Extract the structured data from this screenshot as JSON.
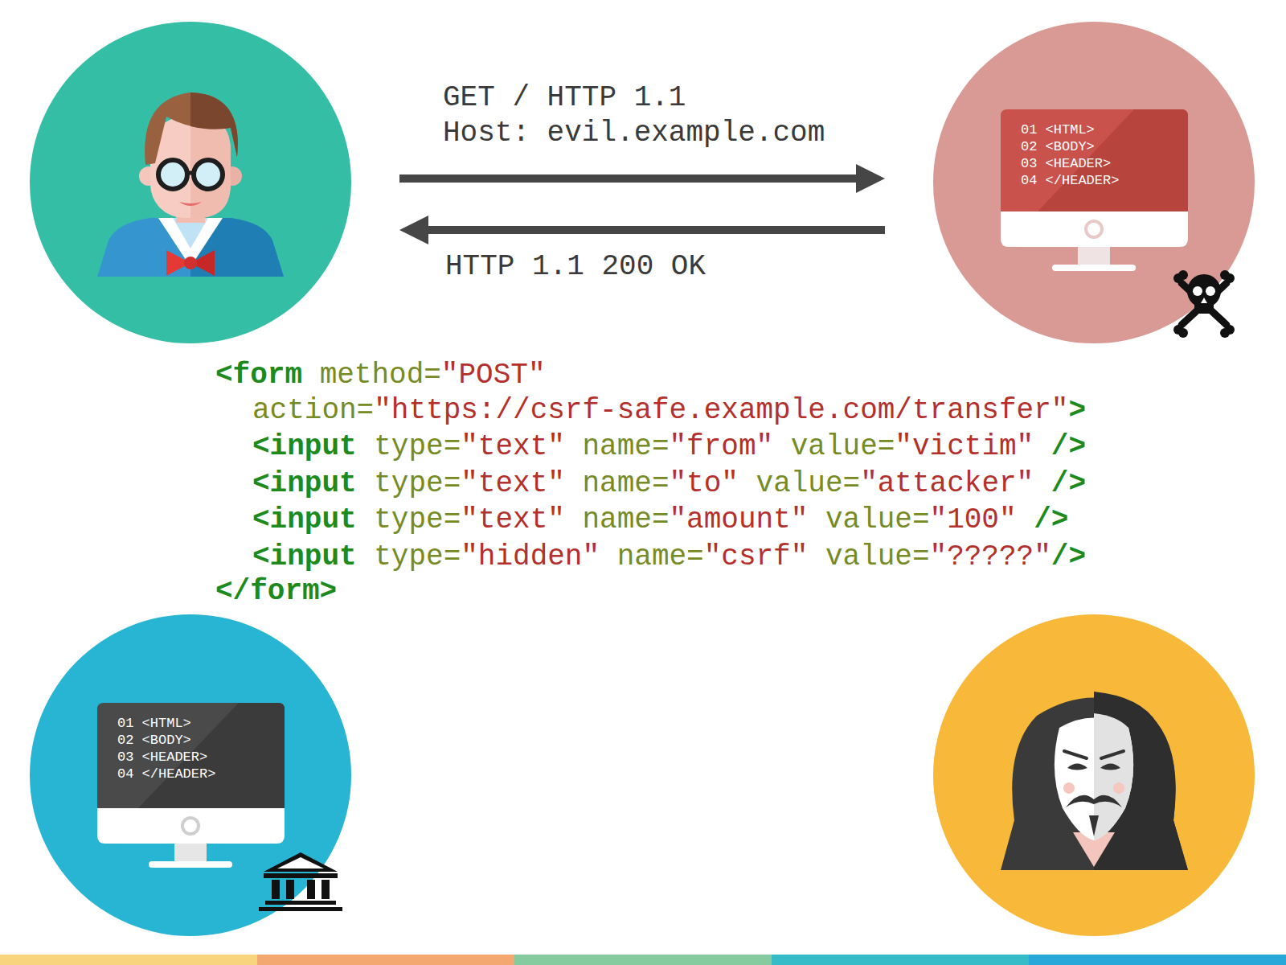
{
  "diagram": {
    "nodes": [
      {
        "text": []
      },
      {
        "text": [
          "01 <HTML>",
          "02 <BODY>",
          "03 <HEADER>",
          "04 </HEADER>"
        ]
      },
      {
        "text": [
          "01 <HTML>",
          "02 <BODY>",
          "03 <HEADER>",
          "04 </HEADER>"
        ]
      }
    ],
    "edges": [
      {
        "from": 0,
        "to": 1,
        "arrow": "to",
        "label": "GET / HTTP 1.1"
      },
      {
        "from": 1,
        "to": 0,
        "arrow": "to",
        "label": "HTTP 1.1 200 OK"
      }
    ],
    "labels": [
      "Host: evil.example.com",
      "<form method=\"POST\"",
      "action=\"https://csrf-safe.example.com/transfer\">",
      "<input type=\"text\" name=\"from\" value=\"victim\" />",
      "<input type=\"text\" name=\"to\" value=\"attacker\" />",
      "<input type=\"text\" name=\"amount\" value=\"100\" />",
      "<input type=\"hidden\" name=\"csrf\" value=\"?????\"/>",
      "</form>"
    ]
  }
}
